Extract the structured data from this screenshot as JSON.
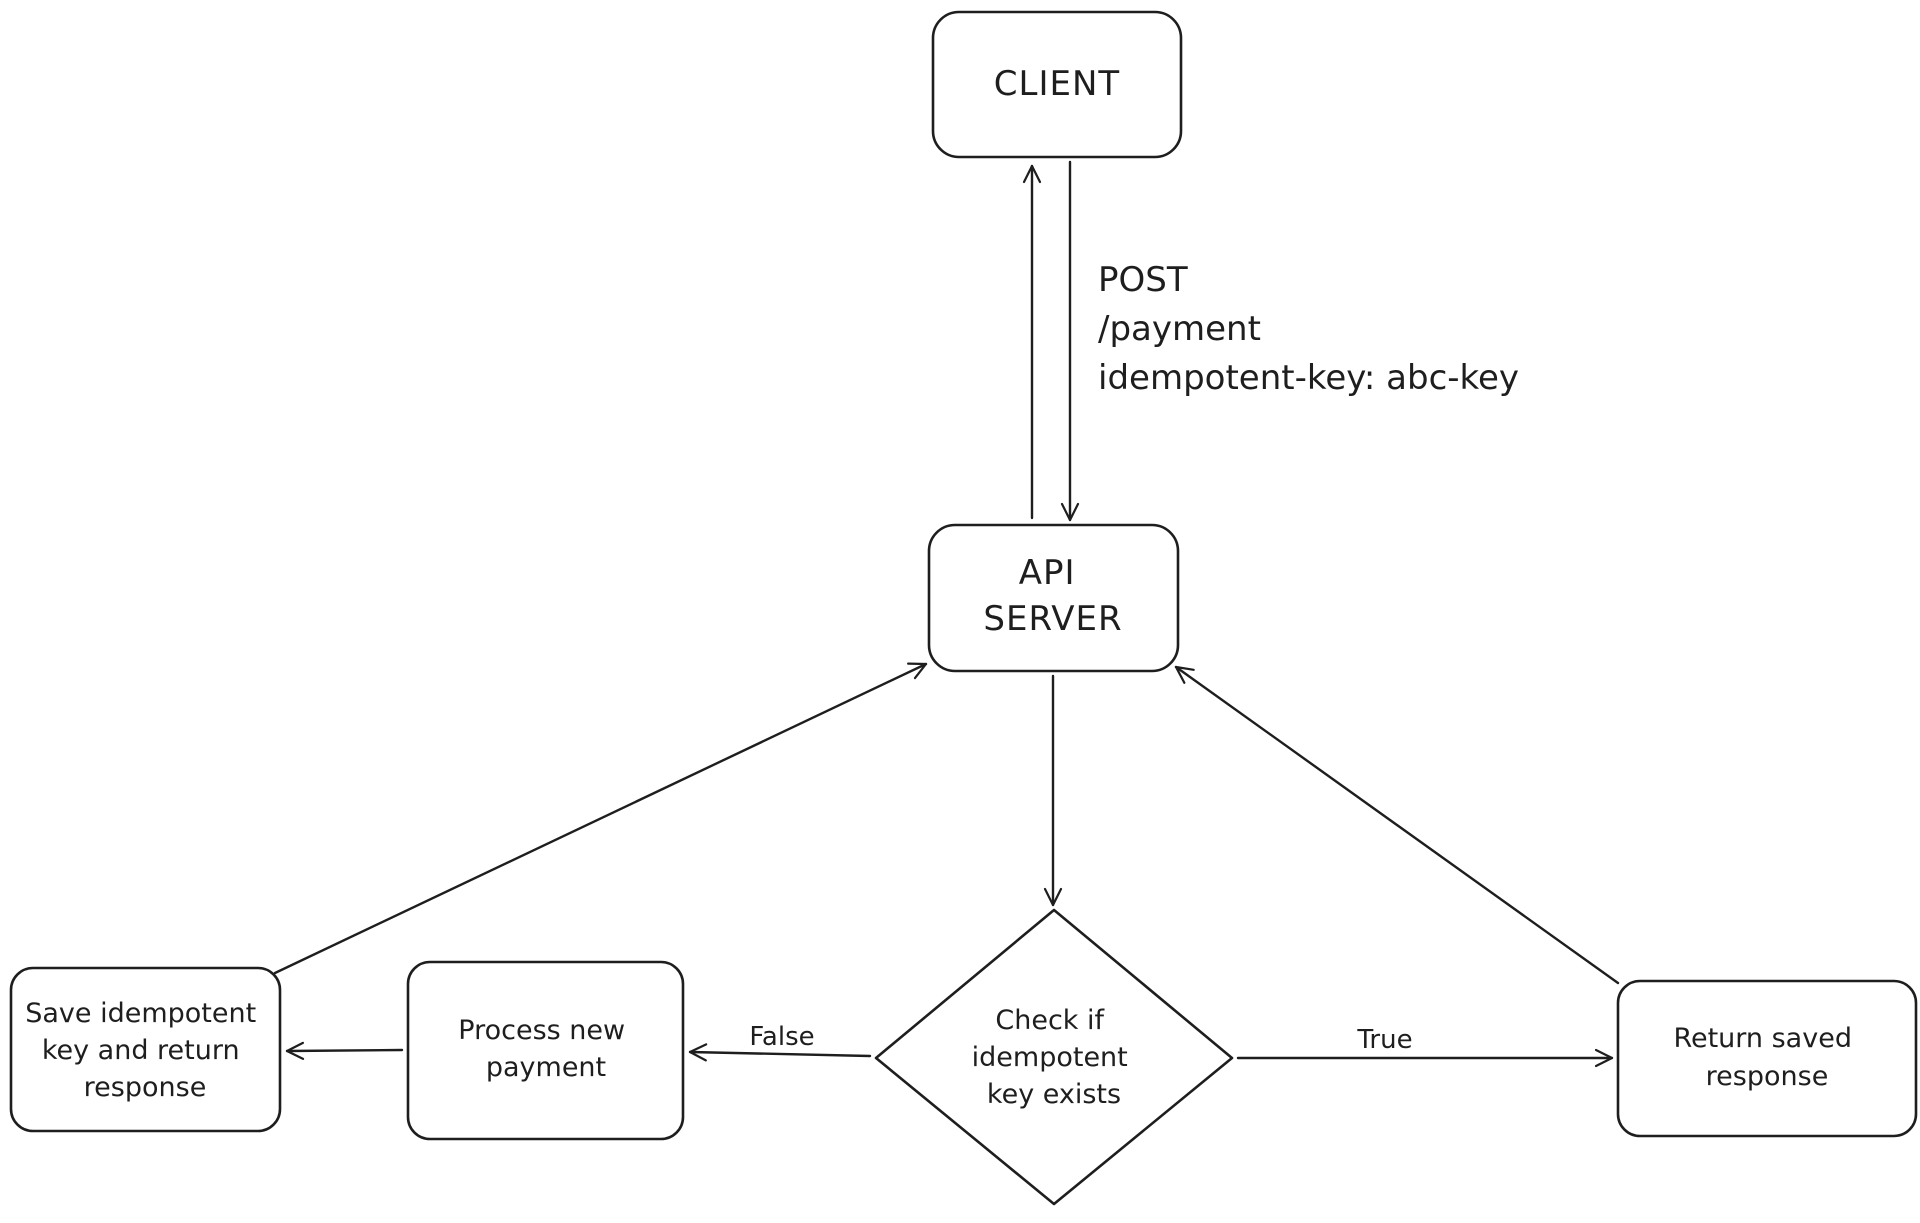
{
  "nodes": {
    "client": {
      "lines": [
        "CLIENT"
      ]
    },
    "api_server": {
      "lines": [
        "API",
        "SERVER"
      ]
    },
    "check_key": {
      "lines": [
        "Check if",
        "idempotent",
        "key exists"
      ]
    },
    "process_payment": {
      "lines": [
        "Process new",
        "payment"
      ]
    },
    "save_key": {
      "lines": [
        "Save idempotent",
        "key and return",
        "response"
      ]
    },
    "return_saved": {
      "lines": [
        "Return saved",
        "response"
      ]
    }
  },
  "edges": {
    "request_label": {
      "lines": [
        "POST",
        "/payment",
        "idempotent-key: abc-key"
      ]
    },
    "false_label": "False",
    "true_label": "True"
  }
}
